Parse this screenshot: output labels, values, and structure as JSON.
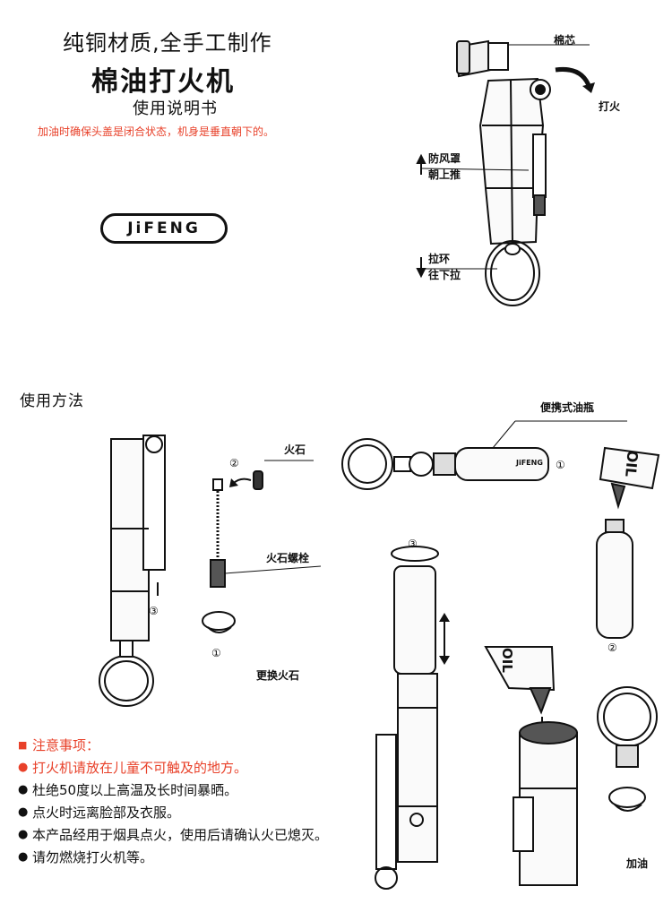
{
  "header": {
    "line1": "纯铜材质,全手工制作",
    "line2": "棉油打火机",
    "line3": "使用说明书",
    "warning": "加油时确保头盖是闭合状态，机身是垂直朝下的。"
  },
  "logo": {
    "text": "JiFENG"
  },
  "top_diagram": {
    "wick": "棉芯",
    "ignite": "打火",
    "shield": "防风罩",
    "shield_action": "朝上推",
    "pull_ring": "拉环",
    "pull_action": "往下拉"
  },
  "usage": {
    "title": "使用方法",
    "flint": "火石",
    "flint_screw": "火石螺栓",
    "replace_flint": "更换火石",
    "portable_bottle": "便携式油瓶",
    "refuel": "加油",
    "oil_label": "OIL",
    "bottle_logo": "JiFENG",
    "steps": {
      "s1": "①",
      "s2": "②",
      "s3": "③"
    }
  },
  "notes": {
    "header": "注意事项：",
    "items": [
      "打火机请放在儿童不可触及的地方。",
      "杜绝50度以上高温及长时间暴晒。",
      "点火时远离脸部及衣服。",
      "本产品经用于烟具点火，使用后请确认火已熄灭。",
      "请勿燃烧打火机等。"
    ],
    "bullet_square": "■",
    "bullet_dot": "●"
  },
  "colors": {
    "accent_red": "#e8412a",
    "ink": "#111111"
  }
}
